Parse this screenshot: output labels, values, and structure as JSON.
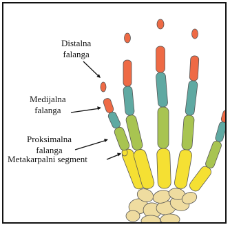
{
  "labels": {
    "distal": [
      "Distalna",
      "falanga"
    ],
    "medial": [
      "Medijalna",
      "falanga"
    ],
    "proximal": [
      "Proksimalna",
      "falanga"
    ],
    "metacarpal": [
      "Metakarpalni segment"
    ]
  },
  "colors": {
    "distal": "#ee6a45",
    "medial": "#5fa9a2",
    "proximal": "#a8c451",
    "metacarpal": "#f5e033",
    "carpal": "#efdca0",
    "outline": "#555555",
    "pointer": "#111111"
  }
}
